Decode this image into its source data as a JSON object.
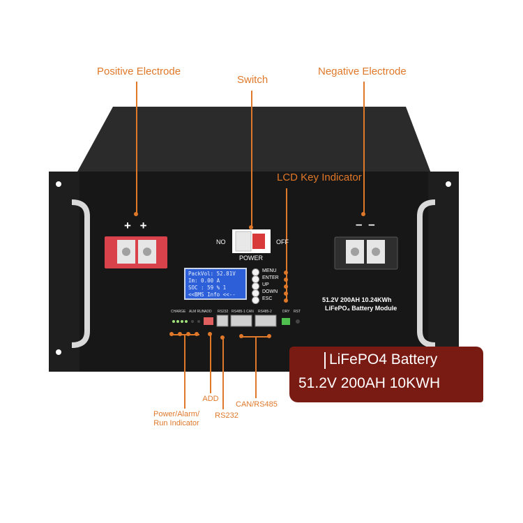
{
  "callouts": {
    "positive": "Positive Electrode",
    "switch": "Switch",
    "negative": "Negative Electrode",
    "lcd_key": "LCD Key Indicator",
    "power_alarm": "Power/Alarm/\nRun Indicator",
    "add": "ADD",
    "rs232": "RS232",
    "can_rs485": "CAN/RS485"
  },
  "device": {
    "positive_symbols": "+ +",
    "negative_symbols": "– –",
    "switch_no": "NO",
    "switch_off": "OFF",
    "switch_power": "POWER",
    "lcd_lines": [
      "PackVol: 52.81V",
      "Im:   0.00 A",
      "SOC :  59 %  1",
      "<<BMS Info <<--"
    ],
    "keys": [
      "MENU",
      "ENTER",
      "UP",
      "DOWN",
      "ESC"
    ],
    "port_labels": {
      "charge": "CHARGE",
      "alm_run": "ALM RUN",
      "add": "ADD",
      "rs232": "RS232",
      "rs485_can": "RS485-1 CAN",
      "rs485_2": "RS485-2",
      "dry": "DRY",
      "rst": "RST"
    },
    "module_line1": "51.2V 200AH 10.24KWh",
    "module_line2": "LiFePO₄ Battery Module"
  },
  "banner": {
    "line1": "LiFePO4  Battery",
    "line2": "51.2V  200AH  10KWH"
  },
  "colors": {
    "accent": "#e0782a",
    "chassis": "#1c1c1c",
    "banner": "#7a1b13",
    "lcd": "#2d5fd8",
    "positive_terminal": "#d9414b",
    "negative_terminal": "#2a2a2a"
  }
}
